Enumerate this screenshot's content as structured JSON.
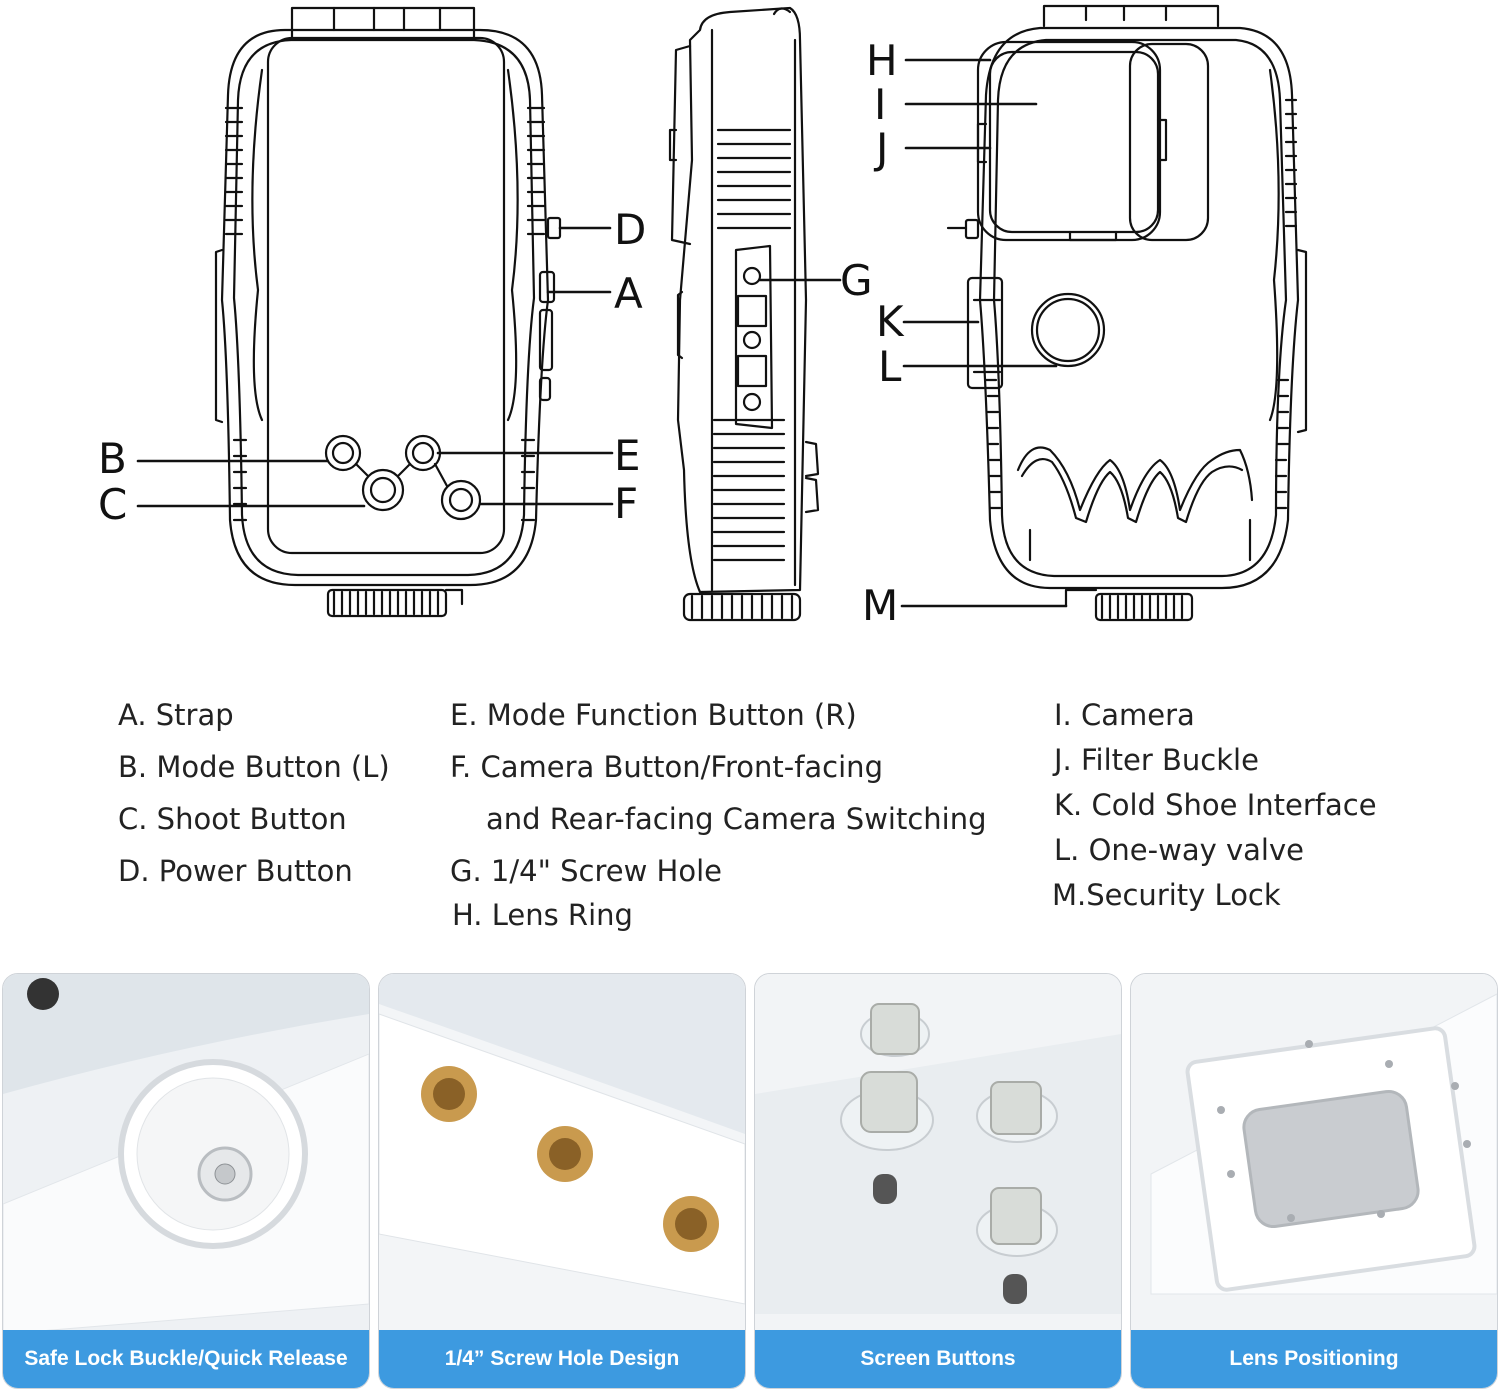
{
  "callouts": {
    "a": "A",
    "b": "B",
    "c": "C",
    "d": "D",
    "e": "E",
    "f": "F",
    "g": "G",
    "h": "H",
    "i": "I",
    "j": "J",
    "k": "K",
    "l": "L",
    "m": "M"
  },
  "legend": {
    "col1": [
      "A. Strap",
      "B. Mode Button (L)",
      "C. Shoot Button",
      "D. Power Button"
    ],
    "col2": [
      "E. Mode Function Button (R)",
      "F. Camera Button/Front-facing",
      "and Rear-facing Camera Switching",
      "G. 1/4\" Screw Hole",
      "H. Lens Ring"
    ],
    "col3": [
      "I. Camera",
      "J. Filter Buckle",
      "K. Cold Shoe Interface",
      "L.  One-way valve",
      "M.Security Lock"
    ]
  },
  "panels": [
    {
      "caption": "Safe Lock Buckle/Quick Release"
    },
    {
      "caption": "1/4”  Screw Hole Design"
    },
    {
      "caption": "Screen Buttons"
    },
    {
      "caption": "Lens Positioning"
    }
  ],
  "colors": {
    "caption_bar": "#3d9ae0",
    "brass": "#c99a4e",
    "line": "#111111"
  }
}
